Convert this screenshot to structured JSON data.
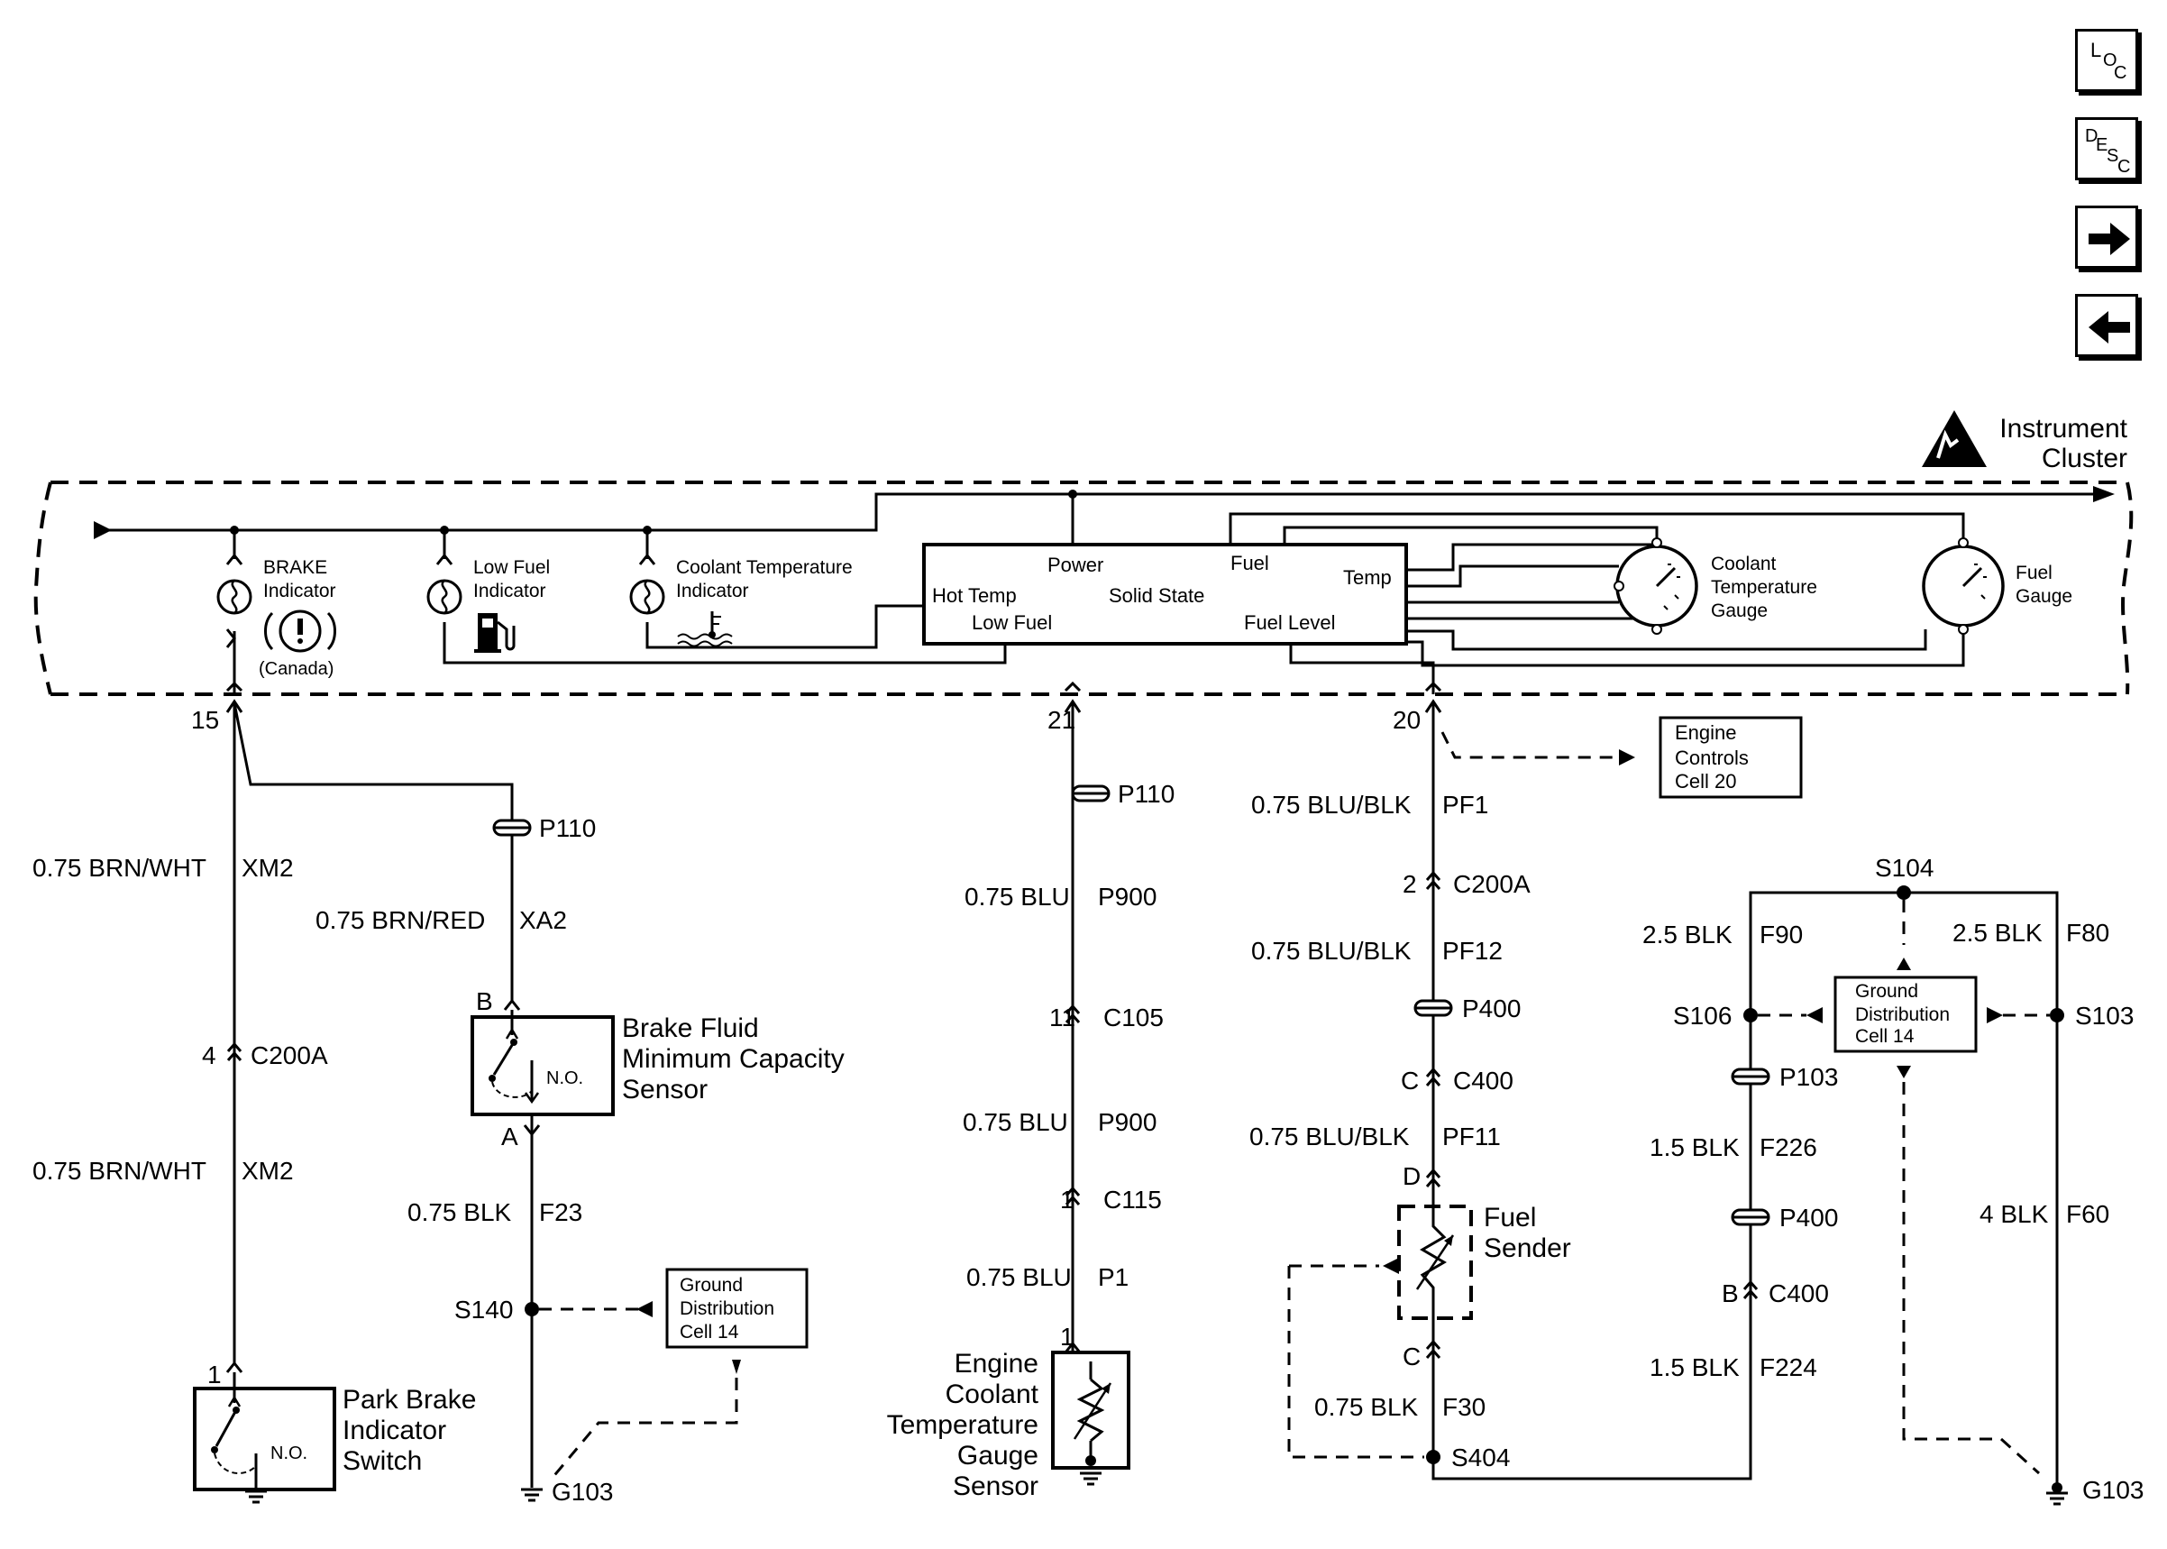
{
  "nav": {
    "loc": {
      "big": "L",
      "sub": "O",
      "sub2": "C"
    },
    "desc": {
      "big": "D",
      "e": "E",
      "s": "S",
      "c": "C"
    }
  },
  "cluster": {
    "title_line1": "Instrument",
    "title_line2": "Cluster"
  },
  "indicators": {
    "brake": {
      "l1": "BRAKE",
      "l2": "Indicator",
      "note": "(Canada)"
    },
    "lowfuel": {
      "l1": "Low Fuel",
      "l2": "Indicator"
    },
    "coolant": {
      "l1": "Coolant Temperature",
      "l2": "Indicator"
    }
  },
  "solidstate": {
    "power": "Power",
    "fuel": "Fuel",
    "temp": "Temp",
    "hottemp": "Hot Temp",
    "solid": "Solid State",
    "lowfuel": "Low Fuel",
    "fuellevel": "Fuel Level"
  },
  "gauges": {
    "coolant": {
      "l1": "Coolant",
      "l2": "Temperature",
      "l3": "Gauge"
    },
    "fuel": {
      "l1": "Fuel",
      "l2": "Gauge"
    }
  },
  "pins": {
    "p15": "15",
    "p21": "21",
    "p20": "20"
  },
  "refboxes": {
    "engine": {
      "l1": "Engine",
      "l2": "Controls",
      "l3": "Cell 20"
    },
    "ground1": {
      "l1": "Ground",
      "l2": "Distribution",
      "l3": "Cell 14"
    },
    "ground2": {
      "l1": "Ground",
      "l2": "Distribution",
      "l3": "Cell 14"
    }
  },
  "wires": {
    "xm2a": {
      "gauge": "0.75 BRN/WHT",
      "circuit": "XM2"
    },
    "xm2b": {
      "gauge": "0.75 BRN/WHT",
      "circuit": "XM2"
    },
    "xa2": {
      "gauge": "0.75 BRN/RED",
      "circuit": "XA2"
    },
    "f23": {
      "gauge": "0.75 BLK",
      "circuit": "F23"
    },
    "p900a": {
      "gauge": "0.75 BLU",
      "circuit": "P900"
    },
    "p900b": {
      "gauge": "0.75 BLU",
      "circuit": "P900"
    },
    "p1": {
      "gauge": "0.75 BLU",
      "circuit": "P1"
    },
    "pf1": {
      "gauge": "0.75 BLU/BLK",
      "circuit": "PF1"
    },
    "pf12": {
      "gauge": "0.75 BLU/BLK",
      "circuit": "PF12"
    },
    "pf11": {
      "gauge": "0.75 BLU/BLK",
      "circuit": "PF11"
    },
    "f30": {
      "gauge": "0.75 BLK",
      "circuit": "F30"
    },
    "f90": {
      "gauge": "2.5 BLK",
      "circuit": "F90"
    },
    "f80": {
      "gauge": "2.5 BLK",
      "circuit": "F80"
    },
    "f226": {
      "gauge": "1.5 BLK",
      "circuit": "F226"
    },
    "f224": {
      "gauge": "1.5 BLK",
      "circuit": "F224"
    },
    "f60": {
      "gauge": "4 BLK",
      "circuit": "F60"
    }
  },
  "connectors": {
    "c200a_4": {
      "pin": "4",
      "name": "C200A"
    },
    "p110_a": {
      "name": "P110"
    },
    "p110_b": {
      "name": "P110"
    },
    "c105": {
      "pin": "11",
      "name": "C105"
    },
    "c115": {
      "pin": "1",
      "name": "C115"
    },
    "c200a_2": {
      "pin": "2",
      "name": "C200A"
    },
    "p400_a": {
      "name": "P400"
    },
    "c400_c": {
      "pin": "C",
      "name": "C400"
    },
    "p103": {
      "name": "P103"
    },
    "p400_b": {
      "name": "P400"
    },
    "c400_b": {
      "pin": "B",
      "name": "C400"
    },
    "pinB": "B",
    "pinA": "A",
    "pinD": "D",
    "pinC": "C",
    "pin1a": "1",
    "pin1b": "1"
  },
  "components": {
    "brakefluid": {
      "l1": "Brake Fluid",
      "l2": "Minimum Capacity",
      "l3": "Sensor",
      "no": "N.O."
    },
    "parkbrake": {
      "l1": "Park Brake",
      "l2": "Indicator",
      "l3": "Switch",
      "no": "N.O."
    },
    "ectsensor": {
      "l1": "Engine",
      "l2": "Coolant",
      "l3": "Temperature",
      "l4": "Gauge",
      "l5": "Sensor"
    },
    "fuelsender": {
      "l1": "Fuel",
      "l2": "Sender"
    }
  },
  "splices": {
    "s140": "S140",
    "s404": "S404",
    "s104": "S104",
    "s106": "S106",
    "s103": "S103"
  },
  "grounds": {
    "g103a": "G103",
    "g103b": "G103"
  }
}
